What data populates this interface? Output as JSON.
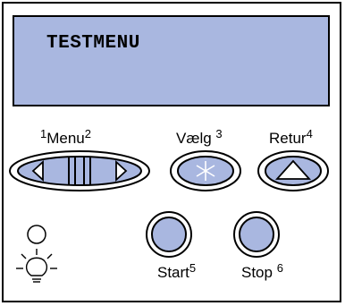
{
  "display": {
    "text": "TESTMENU",
    "color": "#a9b7e0"
  },
  "buttons": {
    "menu": {
      "pre_num": "1",
      "label": "Menu",
      "post_num": "2"
    },
    "vaelg": {
      "label": "Vælg",
      "num": "3"
    },
    "retur": {
      "label": "Retur",
      "num": "4"
    },
    "start": {
      "label": "Start",
      "num": "5"
    },
    "stop": {
      "label": "Stop",
      "num": "6"
    }
  },
  "icons": {
    "menu_left": "left-triangle-icon",
    "menu_right": "right-triangle-icon",
    "vaelg": "asterisk-icon",
    "retur": "up-triangle-icon",
    "ready_light": "lightbulb-icon"
  },
  "colors": {
    "button_fill": "#a9b7e0",
    "button_outline": "#000000"
  }
}
